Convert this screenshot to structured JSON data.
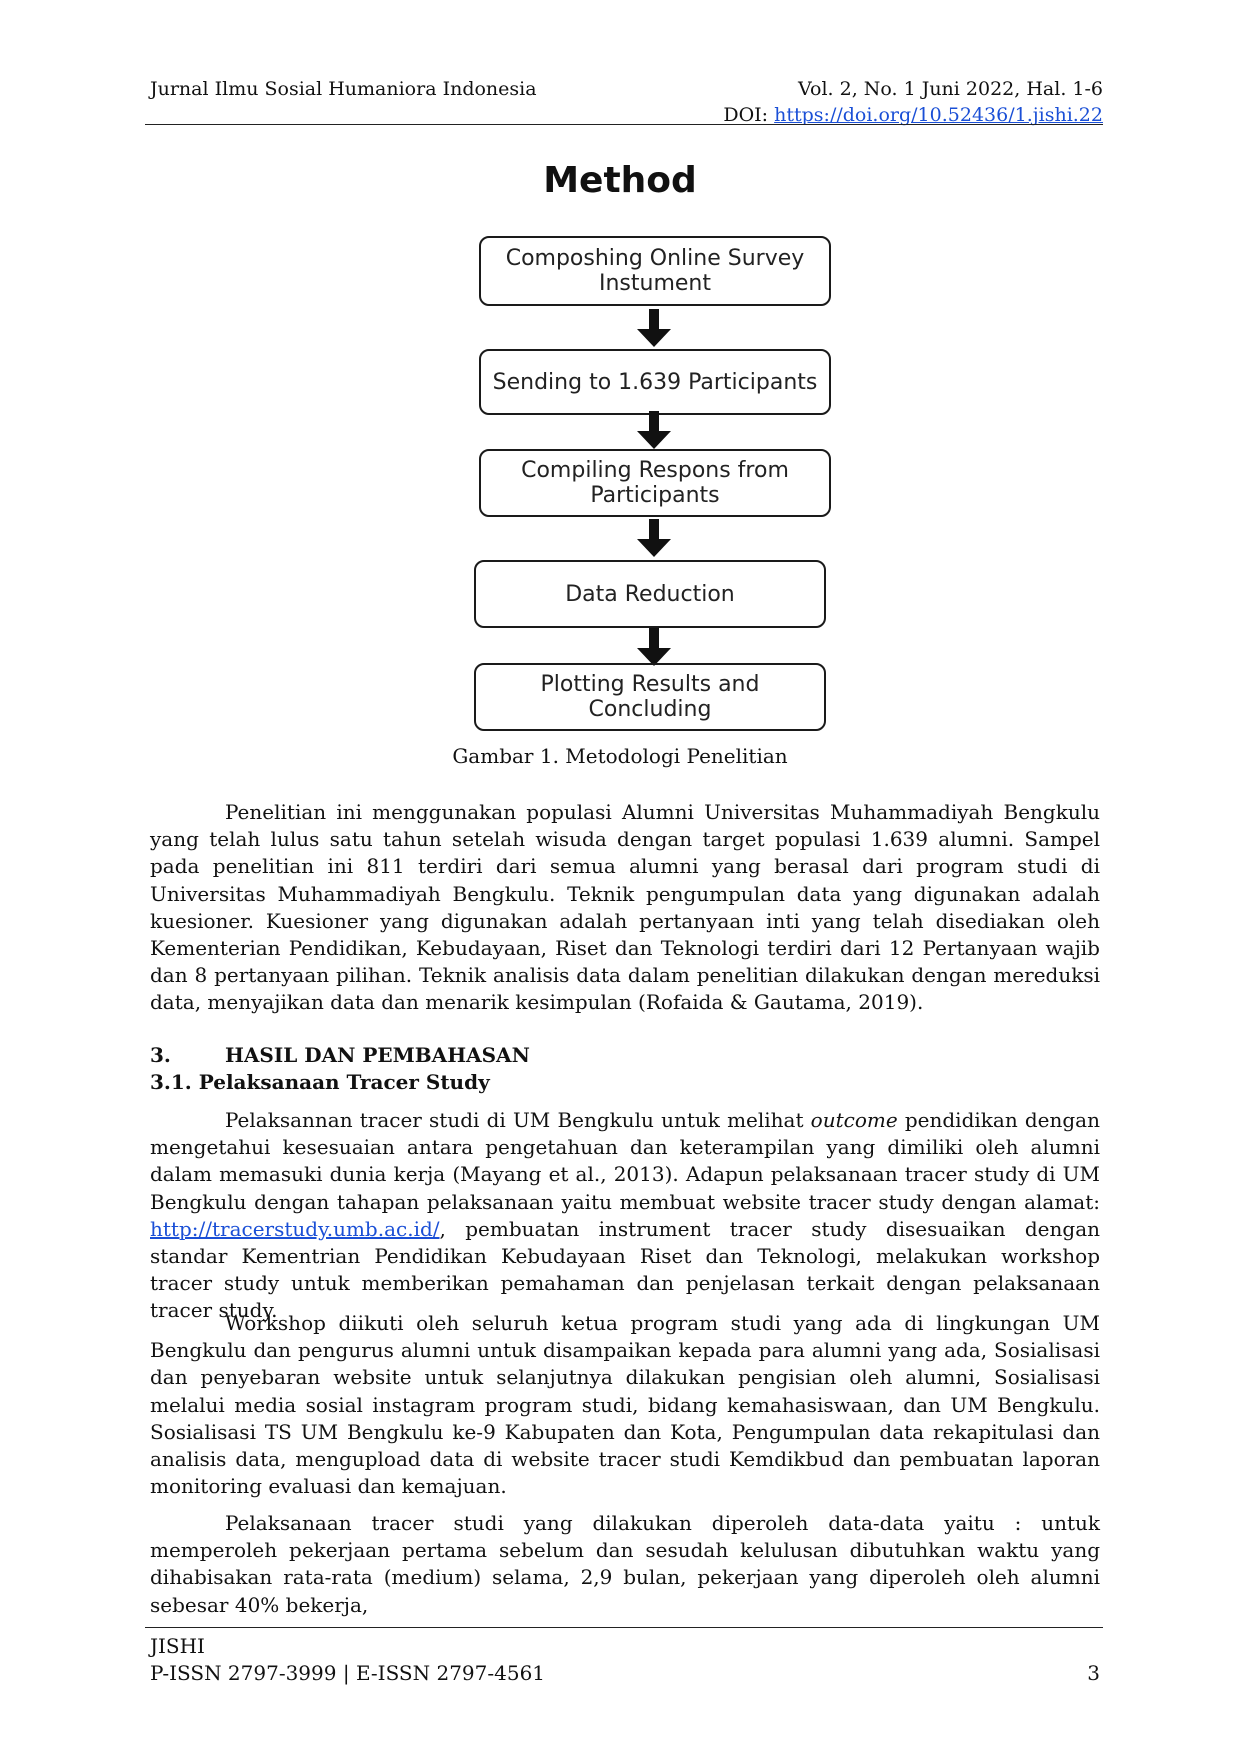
{
  "header": {
    "journal": "Jurnal Ilmu Sosial Humaniora Indonesia",
    "volume": "Vol. 2, No. 1 Juni 2022, Hal. 1-6",
    "doi_label": "DOI: ",
    "doi_link": "https://doi.org/10.52436/1.jishi.22"
  },
  "figure": {
    "title": "Method",
    "steps": [
      "Composhing Online Survey\nInstument",
      "Sending to 1.639 Participants",
      "Compiling Respons from\nParticipants",
      "Data Reduction",
      "Plotting Results and\nConcluding"
    ],
    "caption": "Gambar 1. Metodologi Penelitian"
  },
  "body": {
    "para1": "Penelitian ini menggunakan populasi Alumni Universitas Muhammadiyah Bengkulu yang telah lulus satu tahun setelah wisuda dengan target populasi 1.639 alumni. Sampel pada penelitian ini 811 terdiri dari semua alumni yang berasal dari program studi di Universitas Muhammadiyah Bengkulu. Teknik pengumpulan data yang digunakan adalah kuesioner. Kuesioner yang digunakan adalah pertanyaan inti yang telah disediakan oleh Kementerian Pendidikan, Kebudayaan, Riset dan Teknologi terdiri dari 12 Pertanyaan wajib dan 8 pertanyaan pilihan. Teknik analisis data dalam penelitian dilakukan dengan mereduksi data, menyajikan data dan menarik kesimpulan (Rofaida & Gautama, 2019).",
    "section_num": "3.",
    "section_title": "HASIL DAN PEMBAHASAN",
    "subsection": "3.1. Pelaksanaan Tracer Study",
    "para2_a": "Pelaksannan tracer studi di UM Bengkulu untuk melihat ",
    "para2_em": "outcome",
    "para2_b": " pendidikan dengan mengetahui kesesuaian antara pengetahuan dan keterampilan yang dimiliki oleh alumni dalam memasuki dunia kerja (Mayang et al., 2013). Adapun pelaksanaan tracer study di UM Bengkulu dengan tahapan pelaksanaan yaitu membuat website tracer study dengan alamat: ",
    "para2_link": "http://tracerstudy.umb.ac.id/",
    "para2_c": ", pembuatan instrument tracer study disesuaikan dengan standar Kementrian Pendidikan Kebudayaan Riset dan Teknologi, melakukan workshop tracer study untuk memberikan pemahaman dan penjelasan terkait dengan pelaksanaan tracer study.",
    "para3": "Workshop diikuti oleh seluruh ketua program studi yang ada di lingkungan UM Bengkulu dan pengurus alumni untuk disampaikan kepada para alumni yang ada, Sosialisasi dan penyebaran website untuk selanjutnya dilakukan pengisian oleh alumni, Sosialisasi melalui media sosial instagram program studi, bidang kemahasiswaan, dan UM Bengkulu. Sosialisasi TS UM Bengkulu ke-9 Kabupaten dan Kota, Pengumpulan data rekapitulasi dan analisis data, mengupload data di website tracer studi Kemdikbud dan pembuatan laporan monitoring evaluasi dan kemajuan.",
    "para4": "Pelaksanaan tracer studi yang dilakukan diperoleh data-data yaitu : untuk memperoleh pekerjaan pertama sebelum dan sesudah kelulusan dibutuhkan waktu yang dihabisakan rata-rata (medium) selama, 2,9 bulan, pekerjaan yang diperoleh oleh alumni sebesar 40% bekerja,"
  },
  "footer": {
    "journal_abbr": "JISHI",
    "issn": "P-ISSN 2797-3999 | E-ISSN 2797-4561",
    "page": "3"
  }
}
